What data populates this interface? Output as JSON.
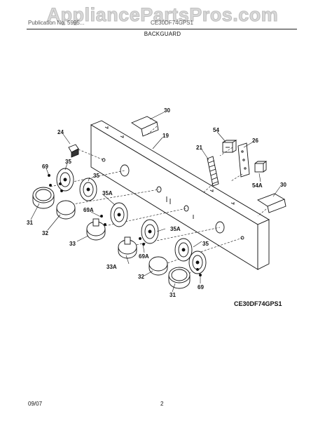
{
  "watermark": "AppliancePartsPros.com",
  "header": {
    "left_text": "Publication No. 5995...",
    "right_text": "CE30DF74GPS1"
  },
  "section_title": "BACKGUARD",
  "model_number": "CE30DF74GPS1",
  "footer": {
    "date": "09/07",
    "page": "2"
  },
  "callouts": [
    "30",
    "24",
    "19",
    "54",
    "26",
    "21",
    "69",
    "35",
    "35",
    "54A",
    "30",
    "35A",
    "31",
    "69A",
    "32",
    "35A",
    "33",
    "35",
    "69A",
    "33A",
    "32",
    "69",
    "31"
  ]
}
